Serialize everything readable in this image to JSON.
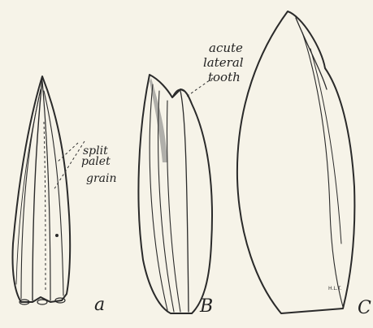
{
  "labels": {
    "split_palet": [
      "split",
      "palet"
    ],
    "grain": "grain",
    "acute_lateral_tooth": [
      "acute",
      "lateral",
      "tooth"
    ],
    "panel_a": "a",
    "panel_b": "B",
    "panel_c": "C",
    "signature": "H.L.T."
  },
  "colors": {
    "ink": "#2a2a2a",
    "paper": "#f6f3e8"
  }
}
